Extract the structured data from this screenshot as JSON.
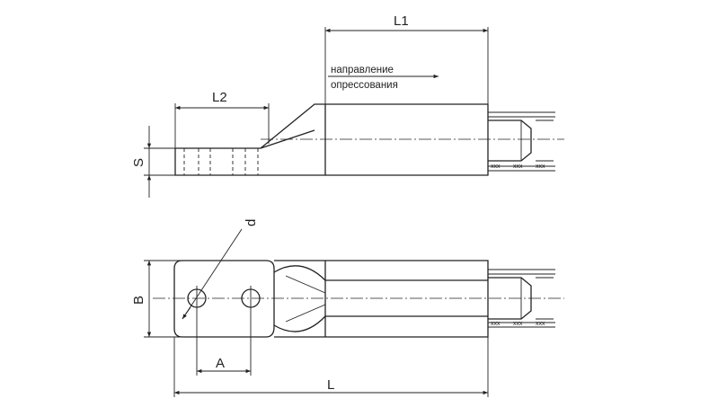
{
  "labels": {
    "L1": "L1",
    "L2": "L2",
    "S": "S",
    "B": "B",
    "A": "A",
    "L": "L",
    "d": "d"
  },
  "note": {
    "line1": "направление",
    "line2": "опрессования"
  },
  "hatch": "xxx",
  "colors": {
    "ink": "#222222",
    "paper": "#ffffff"
  }
}
